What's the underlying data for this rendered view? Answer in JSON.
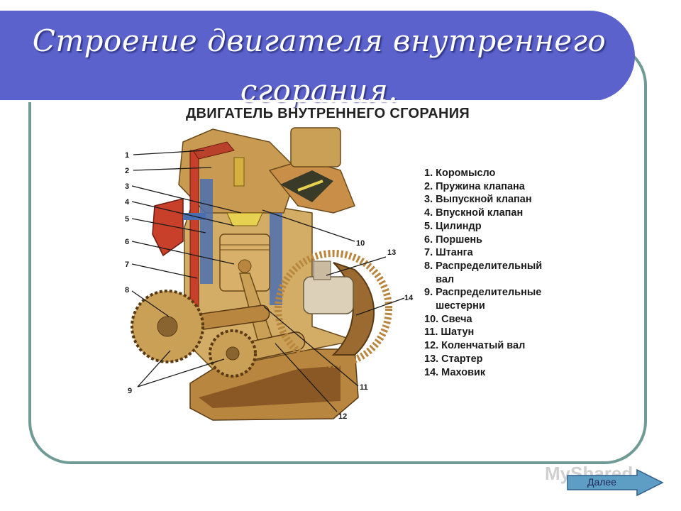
{
  "slide": {
    "title_line1": "Строение двигателя внутреннего",
    "title_line2": "сгорания."
  },
  "diagram": {
    "title": "ДВИГАТЕЛЬ ВНУТРЕННЕГО СГОРАНИЯ",
    "callouts": [
      "1",
      "2",
      "3",
      "4",
      "5",
      "6",
      "7",
      "8",
      "9",
      "10",
      "11",
      "12",
      "13",
      "14"
    ],
    "legend": [
      "1. Коромысло",
      "2. Пружина клапана",
      "3. Выпускной клапан",
      "4. Впускной клапан",
      "5. Цилиндр",
      "6. Поршень",
      "7. Штанга",
      "8. Распределительный",
      "    вал",
      "9. Распределительные",
      "    шестерни",
      "10. Свеча",
      "11. Шатун",
      "12. Коленчатый вал",
      "13. Стартер",
      "14. Маховик"
    ]
  },
  "navigation": {
    "next_label": "Далее"
  },
  "watermark": "MyShared",
  "colors": {
    "title_band": "#5b62cc",
    "frame_border": "#6f9a95",
    "engine_gold": "#c8a05a",
    "engine_red": "#c8402a",
    "engine_blue": "#4a6fb0",
    "arrow_teal": "#5f9ec4"
  }
}
